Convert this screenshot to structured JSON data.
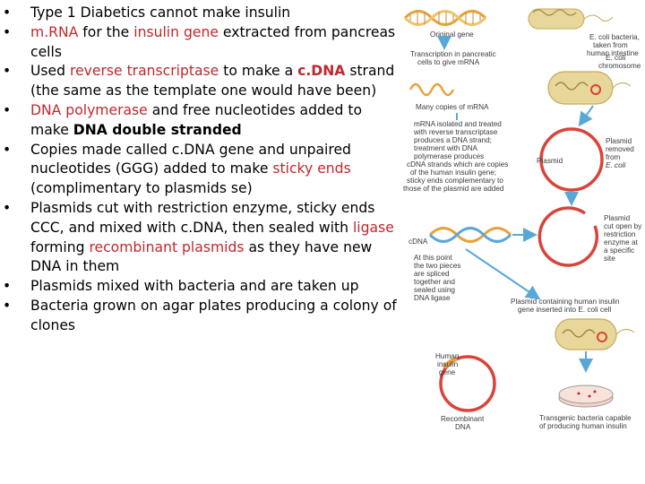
{
  "bullet_symbol": "•",
  "colors": {
    "highlight": "#c0282d",
    "arrow": "#5aa7d6",
    "plasmid": "#d9433a",
    "dna_orange": "#e6a23c",
    "bacteria": "#e8d79a"
  },
  "bullets": [
    {
      "parts": [
        {
          "text": "Type 1 Diabetics cannot make insulin",
          "style": "normal"
        }
      ]
    },
    {
      "parts": [
        {
          "text": "m.RNA",
          "style": "red"
        },
        {
          "text": " for the ",
          "style": "normal"
        },
        {
          "text": "insulin gene",
          "style": "red"
        },
        {
          "text": " extracted from pancreas cells",
          "style": "normal"
        }
      ]
    },
    {
      "parts": [
        {
          "text": "Used ",
          "style": "normal"
        },
        {
          "text": "reverse transcriptase",
          "style": "red"
        },
        {
          "text": " to make a ",
          "style": "normal"
        },
        {
          "text": "c.DNA",
          "style": "red-bold"
        },
        {
          "text": " strand (the same as the template one would have been)",
          "style": "normal"
        }
      ]
    },
    {
      "parts": [
        {
          "text": "DNA polymerase",
          "style": "red"
        },
        {
          "text": " and free nucleotides added to make ",
          "style": "normal"
        },
        {
          "text": "DNA double stranded",
          "style": "bold"
        }
      ]
    },
    {
      "parts": [
        {
          "text": "Copies made called c.DNA gene and unpaired nucleotides (GGG) added to make ",
          "style": "normal"
        },
        {
          "text": "sticky ends",
          "style": "red"
        },
        {
          "text": " (complimentary to plasmids se)",
          "style": "normal"
        }
      ]
    },
    {
      "parts": [
        {
          "text": "Plasmids cut with restriction enzyme, sticky ends CCC,  and mixed with c.DNA, then sealed with ",
          "style": "normal"
        },
        {
          "text": "ligase",
          "style": "red"
        },
        {
          "text": " forming ",
          "style": "normal"
        },
        {
          "text": "recombinant plasmids",
          "style": "red"
        },
        {
          "text": " as they have new DNA in them",
          "style": "normal"
        }
      ]
    },
    {
      "parts": [
        {
          "text": "Plasmids mixed with bacteria and are taken up",
          "style": "normal"
        }
      ]
    },
    {
      "parts": [
        {
          "text": "Bacteria grown on agar plates producing a colony of clones",
          "style": "normal"
        }
      ]
    }
  ],
  "diagram": {
    "original_gene": "Original gene",
    "ecoli_bacteria": [
      "E. coli bacteria,",
      "taken from",
      "human intestine"
    ],
    "ecoli_chromosome": [
      "E. coli",
      "chromosome"
    ],
    "transcription": [
      "Transcription in pancreatic",
      "cells to give mRNA"
    ],
    "many_copies": "Many copies of mRNA",
    "mrna_isolated": [
      "mRNA isolated and treated",
      "with reverse transcriptase",
      "produces a DNA strand;",
      "treatment with DNA",
      "polymerase produces",
      "cDNA strands which are copies",
      "of the human insulin gene;",
      "sticky ends complementary to",
      "those of the plasmid are added"
    ],
    "plasmid": "Plasmid",
    "plasmid_removed": [
      "Plasmid",
      "removed",
      "from",
      "E. coli"
    ],
    "cdna": "cDNA",
    "plasmid_cut": [
      "Plasmid",
      "cut open by",
      "restriction",
      "enzyme at",
      "a specific",
      "site"
    ],
    "spliced": [
      "At this point",
      "the two pieces",
      "are spliced",
      "together and",
      "sealed using",
      "DNA ligase"
    ],
    "plasmid_containing": [
      "Plasmid containing human insulin",
      "gene inserted into E. coli cell"
    ],
    "human_insulin_gene": [
      "Human",
      "insulin",
      "gene"
    ],
    "recombinant_dna": [
      "Recombinant",
      "DNA"
    ],
    "transgenic": [
      "Transgenic bacteria capable",
      "of producing human insulin"
    ]
  }
}
